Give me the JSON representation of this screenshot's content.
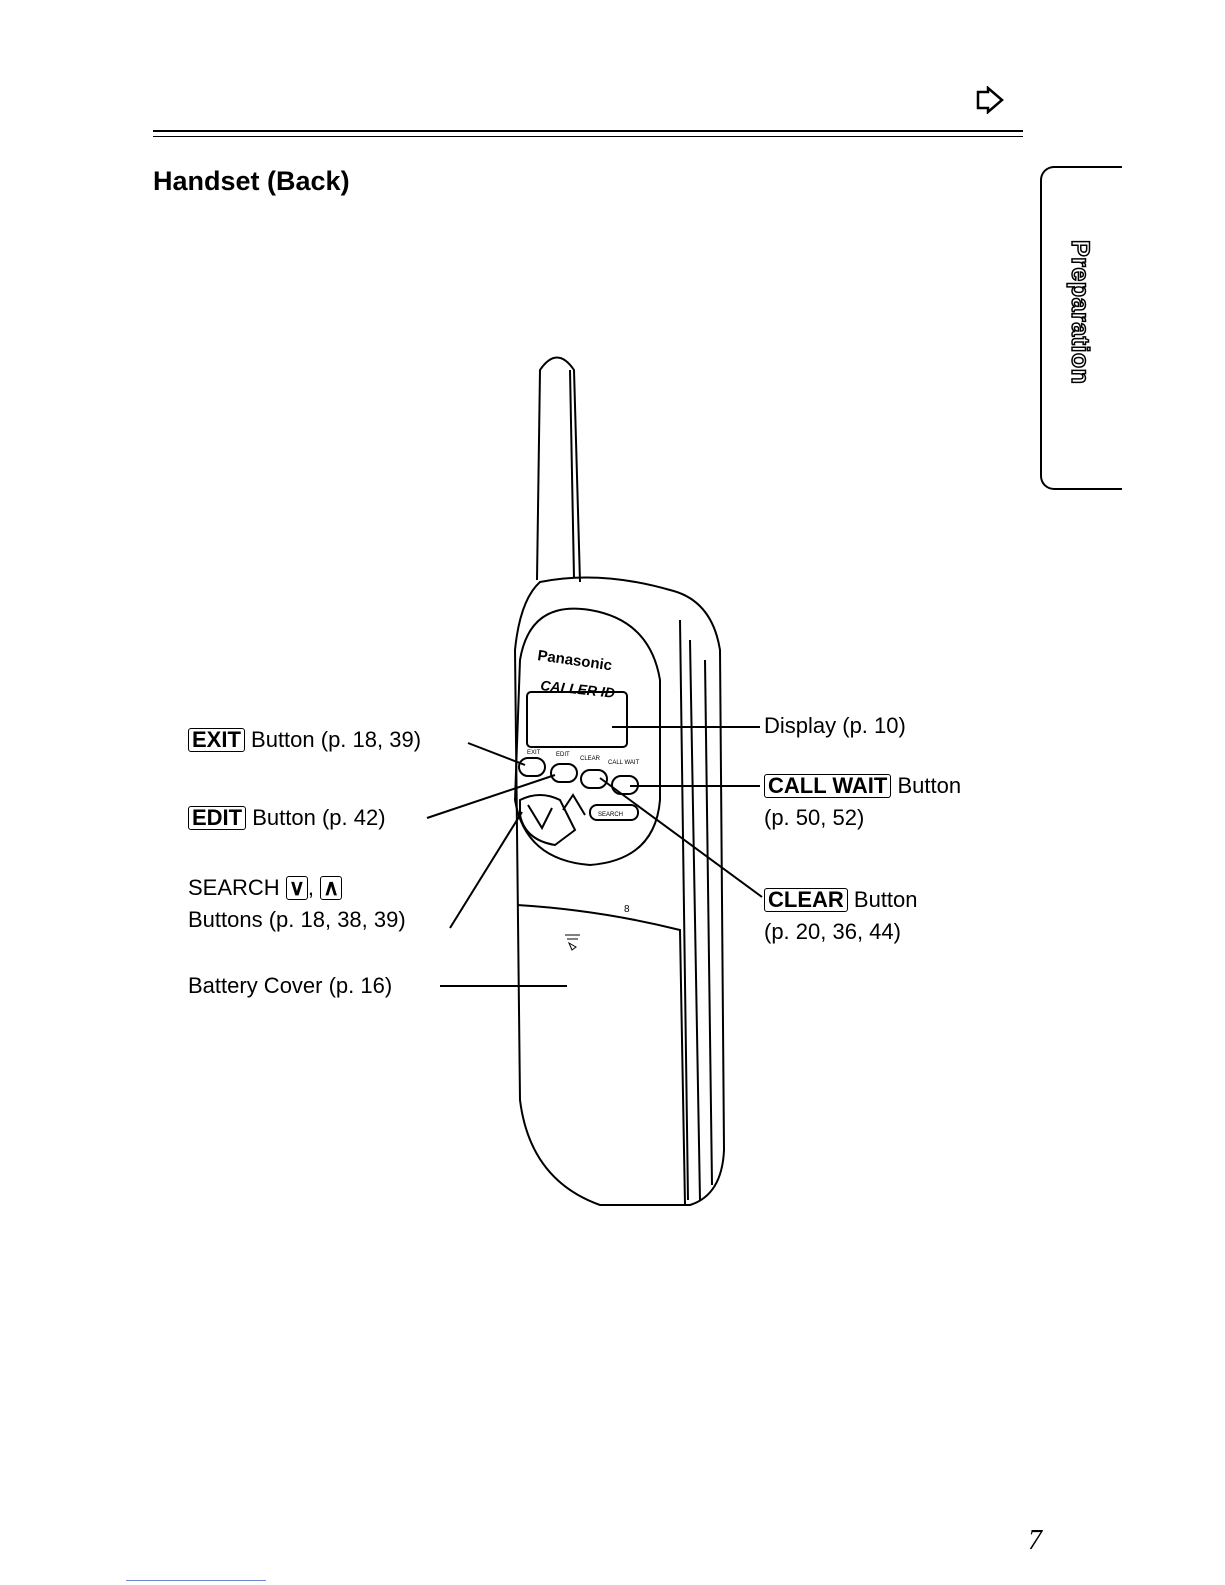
{
  "header": {
    "next_icon": "arrow-right-outline-icon",
    "title": "Handset (Back)"
  },
  "side_tab": {
    "label": "Preparation"
  },
  "phone": {
    "brand": "Panasonic",
    "display_logo": "CALLER ID",
    "button_labels": [
      "EXIT",
      "EDIT",
      "CLEAR",
      "CALL WAIT"
    ],
    "search_label": "SEARCH"
  },
  "callouts": {
    "exit": {
      "key": "EXIT",
      "text": "Button (p. 18, 39)"
    },
    "edit": {
      "key": "EDIT",
      "text": "Button (p. 42)"
    },
    "search": {
      "line1": "SEARCH",
      "line2": "Buttons (p. 18, 38, 39)",
      "sep": ","
    },
    "battery": {
      "text": "Battery Cover (p. 16)"
    },
    "display": {
      "text": "Display (p. 10)"
    },
    "call_wait": {
      "key": "CALL WAIT",
      "text": "Button",
      "pages": "(p. 50, 52)"
    },
    "clear": {
      "key": "CLEAR",
      "text": "Button",
      "pages": "(p. 20, 36, 44)"
    }
  },
  "footer": {
    "page_number": "7"
  }
}
